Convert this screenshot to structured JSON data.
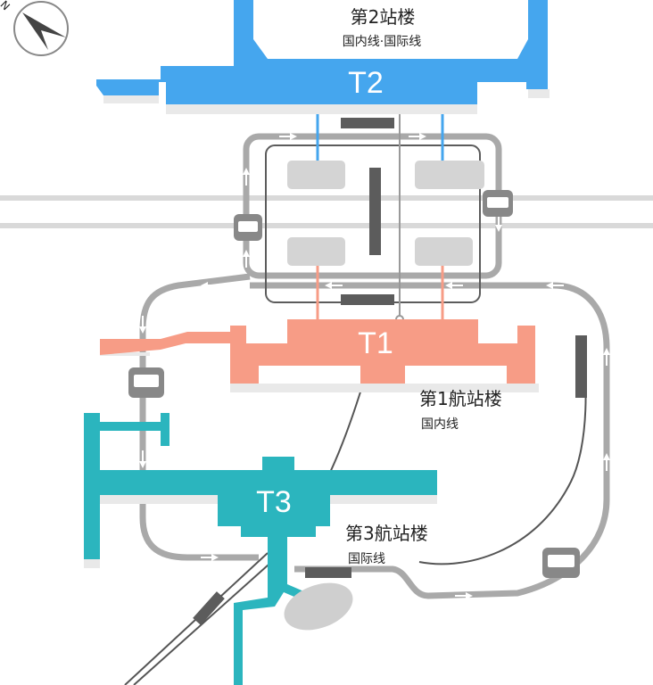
{
  "compass": {
    "north_label": "N"
  },
  "terminals": {
    "t2": {
      "code": "T2",
      "name": "第2站楼",
      "sub": "国内线·国际线",
      "color": "#45A6EE"
    },
    "t1": {
      "code": "T1",
      "name": "第1航站楼",
      "sub": "国内线",
      "color": "#F79C86"
    },
    "t3": {
      "code": "T3",
      "name": "第3航站楼",
      "sub": "国际线",
      "color": "#2BB5BE"
    }
  },
  "colors": {
    "road": "#A9A9A9",
    "track": "#5C5C5C",
    "pad": "#D4D4D4"
  },
  "icons": [
    "compass-icon",
    "bus-icon",
    "arrow-icon"
  ]
}
